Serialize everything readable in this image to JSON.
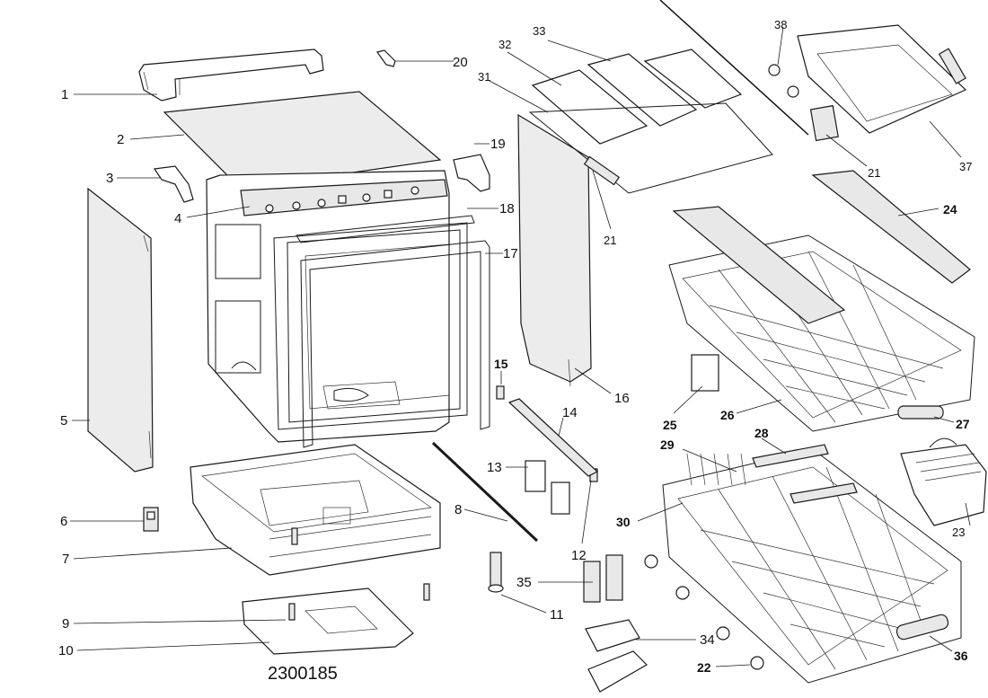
{
  "drawing_number": "2300185",
  "callouts": [
    {
      "id": "c1",
      "label": "1"
    },
    {
      "id": "c2",
      "label": "2"
    },
    {
      "id": "c3",
      "label": "3"
    },
    {
      "id": "c4",
      "label": "4"
    },
    {
      "id": "c5",
      "label": "5"
    },
    {
      "id": "c6",
      "label": "6"
    },
    {
      "id": "c7",
      "label": "7"
    },
    {
      "id": "c8",
      "label": "8"
    },
    {
      "id": "c9",
      "label": "9"
    },
    {
      "id": "c10",
      "label": "10"
    },
    {
      "id": "c11",
      "label": "11"
    },
    {
      "id": "c12",
      "label": "12"
    },
    {
      "id": "c13",
      "label": "13"
    },
    {
      "id": "c14",
      "label": "14"
    },
    {
      "id": "c15",
      "label": "15"
    },
    {
      "id": "c16",
      "label": "16"
    },
    {
      "id": "c17",
      "label": "17"
    },
    {
      "id": "c18",
      "label": "18"
    },
    {
      "id": "c19",
      "label": "19"
    },
    {
      "id": "c20",
      "label": "20"
    },
    {
      "id": "c21a",
      "label": "21"
    },
    {
      "id": "c21b",
      "label": "21"
    },
    {
      "id": "c22",
      "label": "22"
    },
    {
      "id": "c23",
      "label": "23"
    },
    {
      "id": "c24",
      "label": "24"
    },
    {
      "id": "c25",
      "label": "25"
    },
    {
      "id": "c26",
      "label": "26"
    },
    {
      "id": "c27",
      "label": "27"
    },
    {
      "id": "c28",
      "label": "28"
    },
    {
      "id": "c29",
      "label": "29"
    },
    {
      "id": "c30",
      "label": "30"
    },
    {
      "id": "c31",
      "label": "31"
    },
    {
      "id": "c32",
      "label": "32"
    },
    {
      "id": "c33",
      "label": "33"
    },
    {
      "id": "c34",
      "label": "34"
    },
    {
      "id": "c35",
      "label": "35"
    },
    {
      "id": "c36",
      "label": "36"
    },
    {
      "id": "c37",
      "label": "37"
    },
    {
      "id": "c38",
      "label": "38"
    }
  ]
}
